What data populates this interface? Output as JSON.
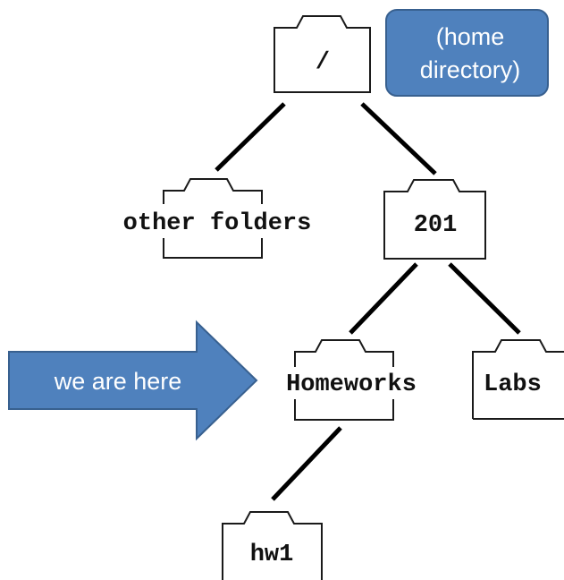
{
  "tree": {
    "root": {
      "label": "/",
      "note_lines": [
        "(home",
        "directory)"
      ]
    },
    "other": {
      "label": "other folders"
    },
    "course": {
      "label": "201"
    },
    "homeworks": {
      "label": "Homeworks"
    },
    "labs": {
      "label": "Labs"
    },
    "hw1": {
      "label": "hw1"
    }
  },
  "pointer": {
    "label": "we are here"
  },
  "colors": {
    "accent_fill": "#4F81BD",
    "accent_border": "#38608F",
    "edge": "#000000",
    "folder_stroke": "#1a1a1a"
  }
}
